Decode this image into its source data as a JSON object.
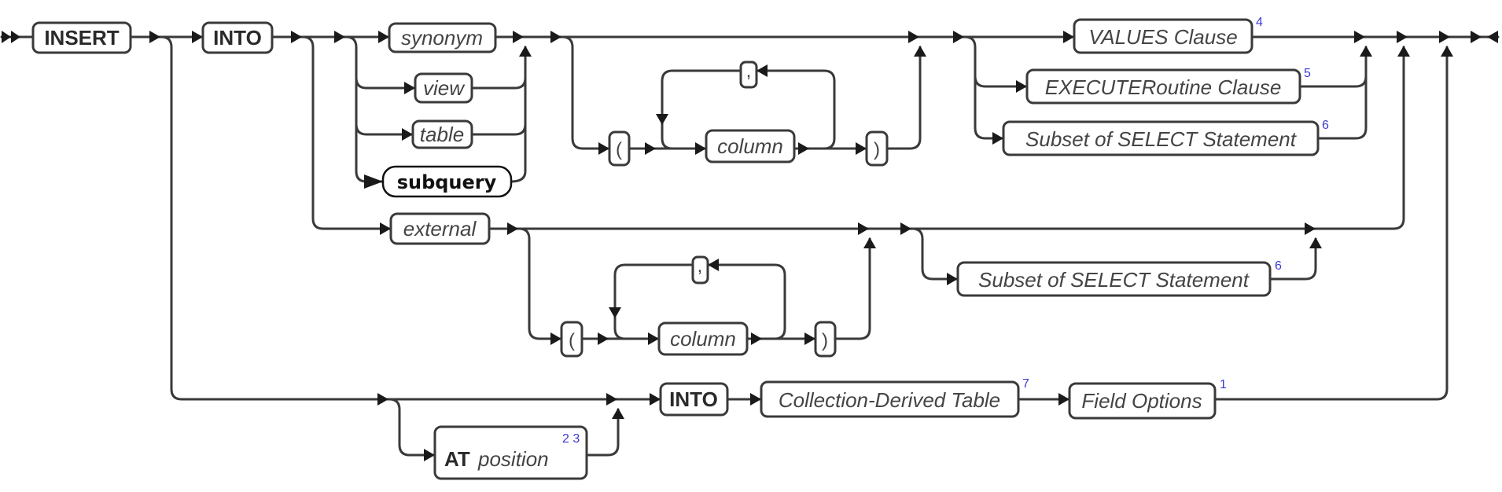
{
  "diagram": {
    "type": "syntax-railroad-diagram",
    "statement": "INSERT",
    "colors": {
      "line": "#3a3a3a",
      "footnote": "#3b3bd6",
      "background": "#ffffff"
    },
    "nodes": {
      "insert": "INSERT",
      "into_main": "INTO",
      "synonym": "synonym",
      "view": "view",
      "table": "table",
      "subquery": "subquery",
      "open_paren_1": "(",
      "column_1": "column",
      "comma_1": ",",
      "close_paren_1": ")",
      "values_clause": "VALUES Clause",
      "execute_routine_clause": "EXECUTERoutine Clause",
      "select_subset_1": "Subset of SELECT Statement",
      "external": "external",
      "open_paren_2": "(",
      "column_2": "column",
      "comma_2": ",",
      "close_paren_2": ")",
      "select_subset_2": "Subset of SELECT Statement",
      "at_keyword": "AT",
      "position": "position",
      "into_collection": "INTO",
      "collection_derived_table": "Collection-Derived Table",
      "field_options": "Field Options"
    },
    "footnotes": {
      "values_clause": "4",
      "execute_routine_clause": "5",
      "select_subset_1": "6",
      "select_subset_2": "6",
      "at_position": "2 3",
      "collection_derived_table": "7",
      "field_options": "1"
    }
  }
}
